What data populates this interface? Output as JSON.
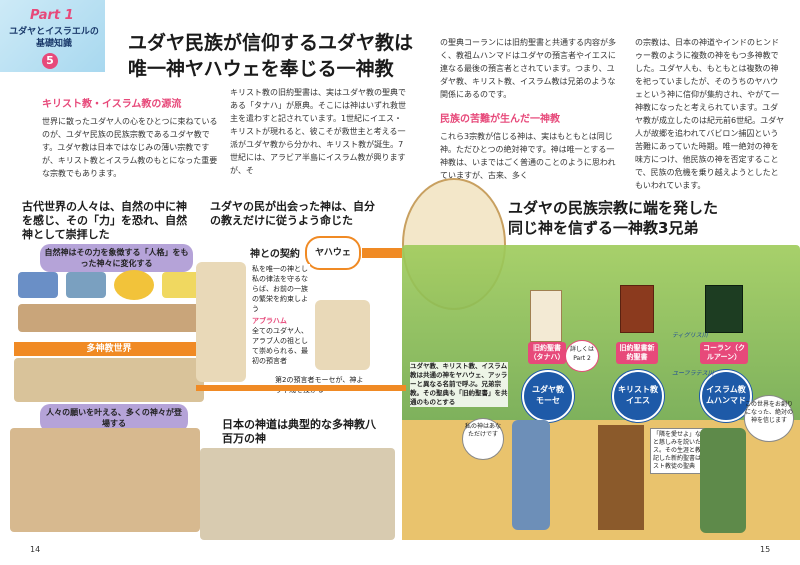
{
  "badge": {
    "part": "Part 1",
    "sub": "ユダヤとイスラエルの基礎知識",
    "num": "5"
  },
  "title": {
    "line1": "ユダヤ民族が信仰するユダヤ教は",
    "line2": "唯一神ヤハウェを奉じる一神教"
  },
  "sec1": {
    "heading": "キリスト教・イスラム教の源流",
    "text": "世界に散ったユダヤ人の心をひとつに束ねているのが、ユダヤ民族の民族宗教であるユダヤ教です。ユダヤ教は日本ではなじみの薄い宗教ですが、キリスト教とイスラム教のもとになった重要な宗教でもあります。"
  },
  "col2": {
    "text": "キリスト教の旧約聖書は、実はユダヤ教の聖典である「タナハ」が原典。そこには神はいずれ救世主を遣わすと記されています。1世紀にイエス・キリストが現れると、彼こそが救世主と考える一派がユダヤ教から分かれ、キリスト教が誕生。7世紀には、アラビア半島にイスラム教が興りますが、そ"
  },
  "col3": {
    "text": "の聖典コーランには旧約聖書と共通する内容が多く、教祖ムハンマドはユダヤの預言者やイエスに連なる最後の預言者とされています。つまり、ユダヤ教、キリスト教、イスラム教は兄弟のような関係にあるのです。"
  },
  "sec2": {
    "heading": "民族の苦難が生んだ一神教",
    "text": "これら3宗教が信じる神は、実はもともとは同じ神。ただひとつの絶対神です。神は唯一とする一神教は、いまではごく普通のことのように思われていますが、古来、多く"
  },
  "col4": {
    "text": "の宗教は、日本の神道やインドのヒンドゥー教のように複数の神をもつ多神教でした。ユダヤ人も、もともとは複数の神を祀っていましたが、そのうちのヤハウェという神に信仰が集約され、やがて一神教になったと考えられています。ユダヤ教が成立したのは紀元前6世紀。ユダヤ人が故郷を追われてバビロン捕囚という苦難にあっていた時期。唯一絶対の神を味方につけ、他民族の神を否定することで、民族の危機を乗り越えようとしたともいわれています。"
  },
  "left_fig": {
    "heading": "古代世界の人々は、自然の中に神を感じ、その「力」を恐れ、自然神として崇拝した",
    "pill": "自然神はその力を象徴する「人格」をもった神々に変化する",
    "bar": "多神教世界",
    "pill2": "人々の願いを叶える、多くの神々が登場する"
  },
  "mid_fig": {
    "heading": "ユダヤの民が出会った神は、自分の教えだけに従うよう命じた",
    "contract_title": "神との契約",
    "yahweh": "ヤハウェ",
    "contract_text": "私を唯一の神とし私の律法を守るならば、お前の一族の繁栄を約束しよう",
    "abraham_title": "アブラハム",
    "abraham_text": "全てのユダヤ人、アラブ人の祖として崇められる、最初の預言者",
    "moses_text": "第2の預言者モーセが、神より十戒を授かる",
    "shinto_heading": "日本の神道は典型的な多神教八百万の神"
  },
  "right_fig": {
    "heading1": "ユダヤの民族宗教に端を発した",
    "heading2": "同じ神を信ずる一神教3兄弟",
    "scroll1": "旧約聖書（タナハ）",
    "scroll2": "旧約聖書新約聖書",
    "scroll3": "コーラン（クルアーン）",
    "part2": "詳しくはPart 2",
    "ring1_a": "ユダヤ教",
    "ring1_b": "モーセ",
    "ring2_a": "キリスト教",
    "ring2_b": "イエス",
    "ring3_a": "イスラム教",
    "ring3_b": "ムハンマド",
    "note": "ユダヤ教、キリスト教、イスラム教は共通の神をヤハウェ、アッラーと異なる名前で呼ぶ。兄弟宗教。その聖典も「旧約聖書」を共通のものとする",
    "bubble1": "私の神はあなただけです",
    "bubble2": "「隣を愛せよ」など愛と慈しみを説いたイエス。その生涯と教えを記した新約聖書はキリスト教徒の聖典",
    "bubble3": "この世界をお創りになった、絶対の神を信じます",
    "river1": "ティグリス川",
    "river2": "ユーフラテス川"
  },
  "page_left": "14",
  "page_right": "15"
}
